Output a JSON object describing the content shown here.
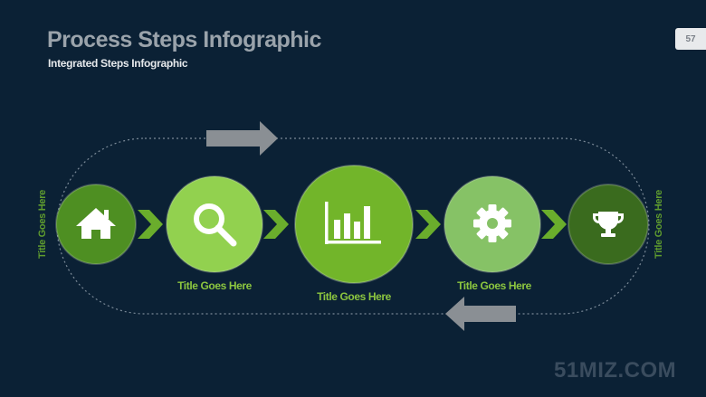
{
  "header": {
    "title": "Process Steps Infographic",
    "subtitle": "Integrated Steps Infographic",
    "page_number": "57"
  },
  "colors": {
    "background": "#0b2135",
    "step_1": "#4e8f22",
    "step_2": "#92d14f",
    "step_3": "#72b52a",
    "step_4": "#86c266",
    "step_5": "#3a6b1e",
    "connector_arrow": "#6aad2c",
    "loop_arrow": "#8a8f94"
  },
  "steps": [
    {
      "icon": "home-icon",
      "label": ""
    },
    {
      "icon": "search-icon",
      "label": "Title Goes Here"
    },
    {
      "icon": "bar-chart-icon",
      "label": "Title Goes Here"
    },
    {
      "icon": "gear-icon",
      "label": "Title Goes Here"
    },
    {
      "icon": "trophy-icon",
      "label": ""
    }
  ],
  "side_labels": {
    "left": "Title Goes Here",
    "right": "Title Goes Here"
  },
  "watermark": "51MIZ.COM"
}
